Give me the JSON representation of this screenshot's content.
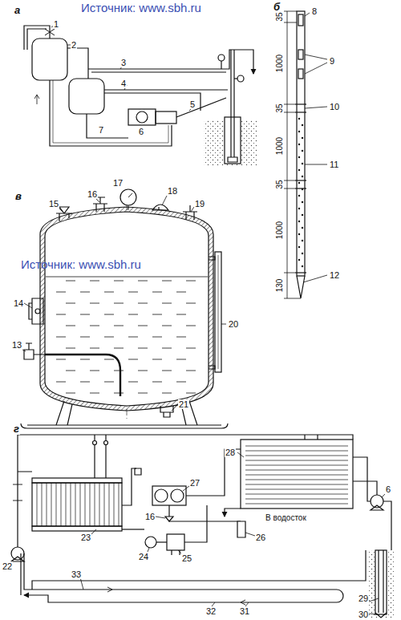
{
  "diagram": {
    "labels": [
      "Источник: www.sbh.ru",
      "а",
      "1",
      "2",
      "3",
      "4",
      "5",
      "6",
      "7",
      "б",
      "8",
      "35",
      "1000",
      "35",
      "1000",
      "35",
      "1000",
      "130",
      "9",
      "10",
      "11",
      "12",
      "в",
      "15",
      "16",
      "17",
      "18",
      "19",
      "Источник: www.sbh.ru",
      "14",
      "13",
      "20",
      "21",
      "г",
      "28",
      "6",
      "22",
      "23",
      "24",
      "25",
      "16",
      "27",
      "26",
      "В водосток",
      "33",
      "32",
      "31",
      "29",
      "30"
    ]
  }
}
